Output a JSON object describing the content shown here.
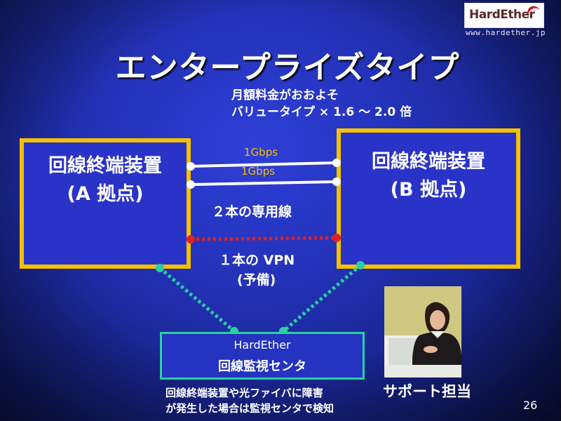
{
  "slide": {
    "title": "エンタープライズタイプ",
    "logo_text": "HardEther",
    "logo_url": "www.hardether.jp",
    "price_note": {
      "line1": "月額料金がおおよそ",
      "line2": "バリュータイプ × 1.6 ～ 2.0 倍"
    },
    "site_a": {
      "line1": "回線終端装置",
      "line2": "(A 拠点)"
    },
    "site_b": {
      "line1": "回線終端装置",
      "line2": "(B 拠点)"
    },
    "link1_label": "1Gbps",
    "link2_label": "1Gbps",
    "dedicated_label": "２本の専用線",
    "vpn_label1": "１本の VPN",
    "vpn_label2": "(予備)",
    "monitor": {
      "line1": "HardEther",
      "line2": "回線監視センタ"
    },
    "monitor_note": {
      "line1": "回線終端装置や光ファイバに障害",
      "line2": "が発生した場合は監視センタで検知"
    },
    "support_label": "サポート担当",
    "page_number": "26",
    "colors": {
      "frame": "#f5c000",
      "link": "#ffffff",
      "vpn": "#e02020",
      "monitor_link": "#2ad0a0"
    }
  }
}
